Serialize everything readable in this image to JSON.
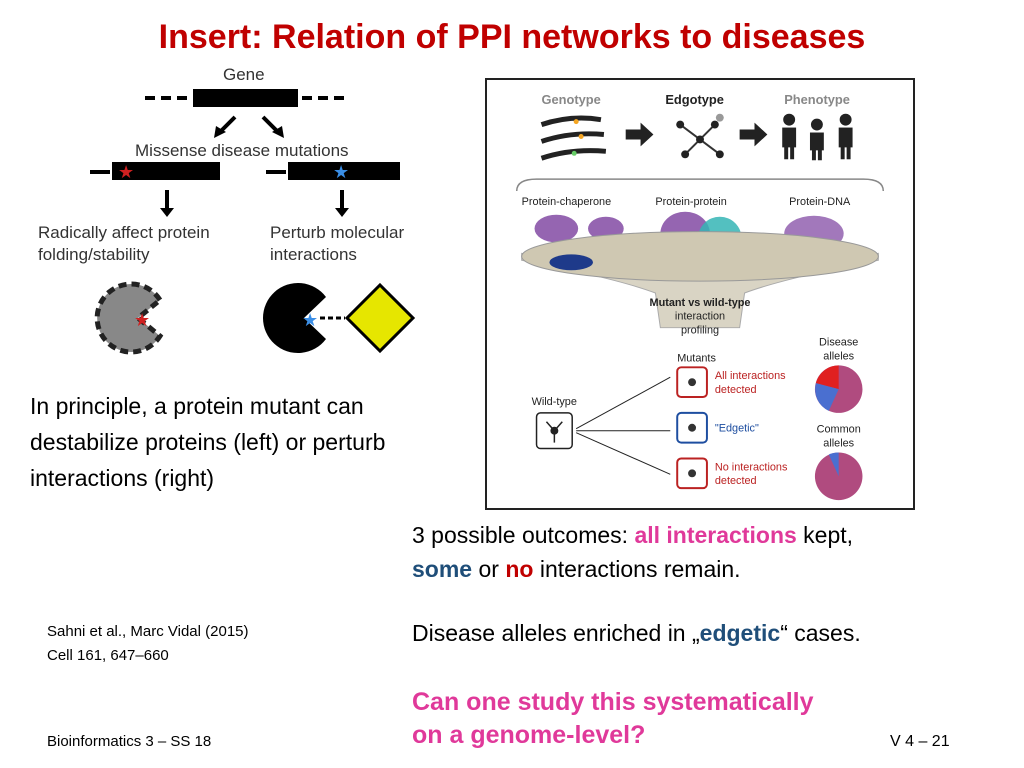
{
  "title": "Insert: Relation of PPI networks to diseases",
  "left_figure": {
    "gene_label": "Gene",
    "missense_label": "Missense disease mutations",
    "left_effect_line1": "Radically affect protein",
    "left_effect_line2": "folding/stability",
    "right_effect_line1": "Perturb molecular",
    "right_effect_line2": "interactions"
  },
  "right_figure": {
    "genotype": "Genotype",
    "edgotype": "Edgotype",
    "phenotype": "Phenotype",
    "protein_chaperone": "Protein-chaperone",
    "protein_protein": "Protein-protein",
    "protein_dna": "Protein-DNA",
    "funnel_line1": "Mutant vs wild-type",
    "funnel_line2": "interaction",
    "funnel_line3": "profiling",
    "mutants": "Mutants",
    "wild_type": "Wild-type",
    "all_line1": "All interactions",
    "all_line2": "detected",
    "edgetic": "\"Edgetic\"",
    "none_line1": "No interactions",
    "none_line2": "detected",
    "disease_line1": "Disease",
    "disease_line2": "alleles",
    "common_line1": "Common",
    "common_line2": "alleles"
  },
  "principle_text": "In principle, a protein mutant can destabilize proteins (left) or perturb interactions (right)",
  "outcomes": {
    "prefix": "3 possible outcomes: ",
    "all": "all interactions",
    "kept": " kept,",
    "some": "some",
    "or": " or ",
    "no": "no",
    "remain": " interactions remain."
  },
  "citation": {
    "line1": "Sahni et al., Marc Vidal (2015)",
    "line2": "Cell 161, 647–660"
  },
  "enriched": {
    "prefix": "Disease alleles enriched in „",
    "edgetic": "edgetic",
    "suffix": "“ cases."
  },
  "question": {
    "line1": "Can one study this systematically",
    "line2": "on a genome-level?"
  },
  "footer": "Bioinformatics 3 – SS 18",
  "slide_number": "V 4 –  21",
  "colors": {
    "title_red": "#c00000",
    "pink": "#e0399a",
    "blue": "#1f4e79",
    "red_star": "#d02020",
    "blue_star": "#3a8ee6",
    "diamond_yellow": "#e6e600"
  }
}
